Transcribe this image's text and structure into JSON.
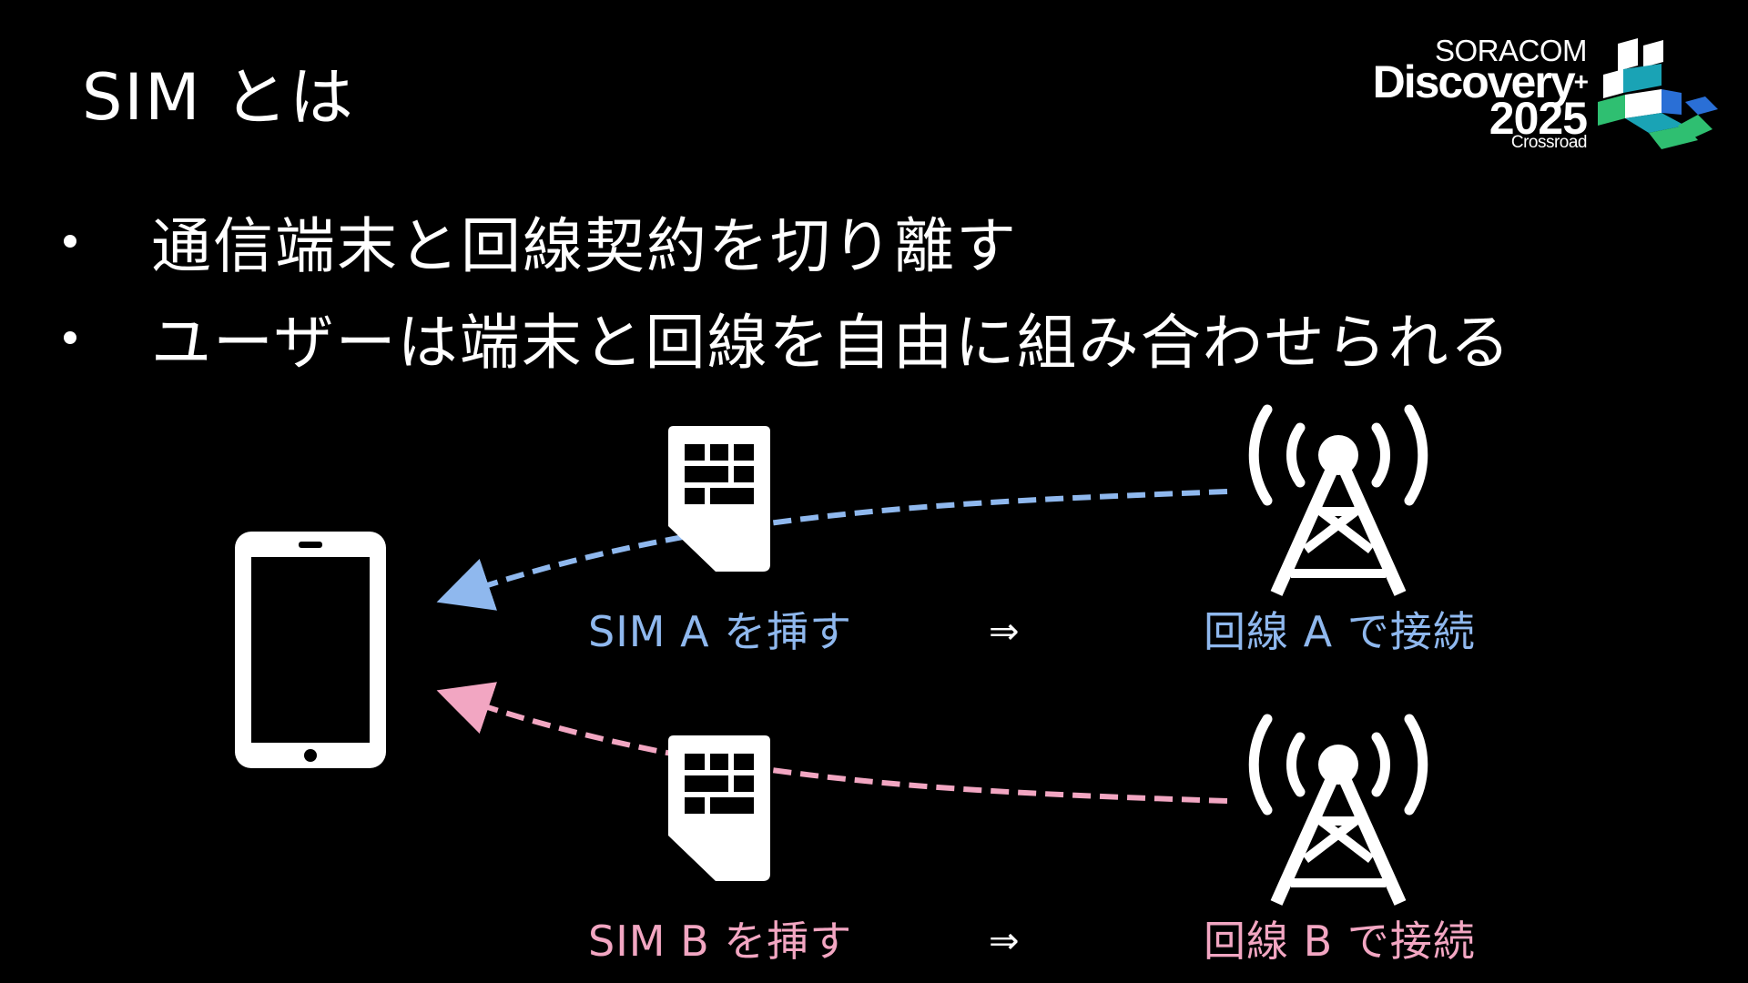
{
  "slide": {
    "title": "SIM とは",
    "bullets": [
      "通信端末と回線契約を切り離す",
      "ユーザーは端末と回線を自由に組み合わせられる"
    ]
  },
  "logo": {
    "brand": "SORACOM",
    "event": "Discovery",
    "plus": "+",
    "year": "2025",
    "subtitle": "Crossroad"
  },
  "diagram": {
    "row_a": {
      "sim_label": "SIM A を挿す",
      "arrow": "⇒",
      "line_label": "回線 A で接続",
      "color": "#8fb8ee"
    },
    "row_b": {
      "sim_label": "SIM B を挿す",
      "arrow": "⇒",
      "line_label": "回線 B で接続",
      "color": "#f2a6c2"
    },
    "icons": [
      "smartphone-icon",
      "sim-card-icon",
      "cell-tower-icon"
    ]
  },
  "colors": {
    "background": "#000000",
    "text": "#ffffff",
    "accent_a": "#8fb8ee",
    "accent_b": "#f2a6c2",
    "logo_green": "#2fbf71",
    "logo_teal": "#1aa3b5",
    "logo_blue": "#2a6fd6"
  }
}
